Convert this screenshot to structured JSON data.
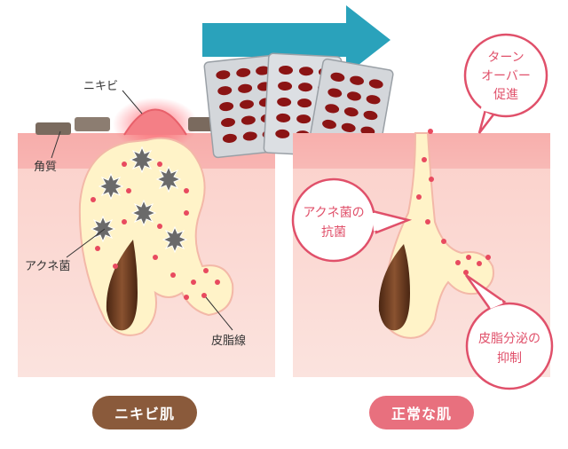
{
  "labels": {
    "acne": "ニキビ",
    "keratin": "角質",
    "bacteria": "アクネ菌",
    "sebaceous": "皮脂線"
  },
  "bubbles": {
    "turnover_1": "ターン",
    "turnover_2": "オーバー",
    "turnover_3": "促進",
    "antibacterial_1": "アクネ菌の",
    "antibacterial_2": "抗菌",
    "sebum_1": "皮脂分泌の",
    "sebum_2": "抑制"
  },
  "captions": {
    "left": "ニキビ肌",
    "right": "正常な肌"
  },
  "colors": {
    "skin_top": "#f5a9a9",
    "skin_body": "#fadcd6",
    "sebum": "#fff3c8",
    "hair": "#6b3d22",
    "dot": "#e84a5f",
    "arrow": "#2aa2bb",
    "bubble_border": "#e0506a",
    "pill_left": "#8a5a3b",
    "pill_right": "#e8707e"
  }
}
